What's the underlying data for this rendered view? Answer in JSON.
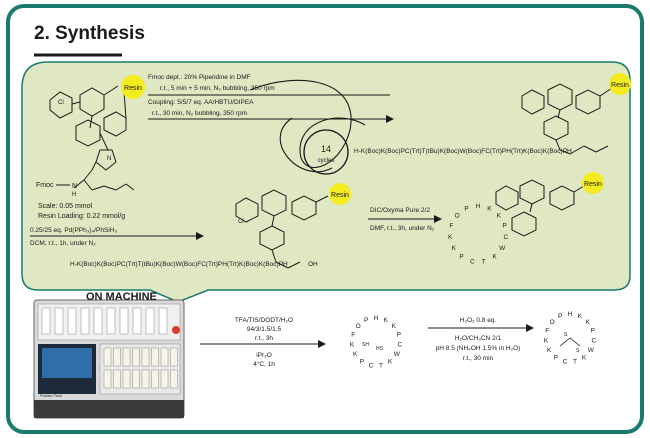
{
  "title": "2. Synthesis",
  "colors": {
    "frame": "#1a7a6e",
    "panel": "#dfe8c3",
    "resin": "#f4ec1e",
    "arrow": "#1a1a1a"
  },
  "resin_label": "Resin",
  "start": {
    "fmoc_label": "Fmoc",
    "nh_label": "N",
    "h_label": "H",
    "cl_label": "Cl",
    "n_label": "N",
    "scale": "Scale: 0.05 mmol",
    "loading": "Resin Loading: 0.22 mmol/g"
  },
  "step1": {
    "line1": "Fmoc dept.: 20% Piperidine in DMF",
    "line2": "r.t., 5 min + 5 min, N₂ bubbling, 350 rpm",
    "line3": "Coupling: 5/5/7 eq. AA/HBTU/DIPEA",
    "line4": "r.t., 30 min, N₂ bubbling, 350 rpm",
    "cycles_count": "14",
    "cycles_label": "cycles"
  },
  "product1_sequence": "H-K(Boc)K(Boc)PC(Trt)T(tBu)K(Boc)W(Boc)FC(Trt)PH(Trt)K(Boc)K(Boc)PH",
  "step2": {
    "line1": "0.25/25 eq. Pd(PPh₃)₄/PhSiH₃",
    "line2": "DCM, r.t., 1h, under N₂"
  },
  "product2_sequence": "H-K(Boc)K(Boc)PC(Trt)T(tBu)K(Boc)W(Boc)FC(Trt)PH(Trt)K(Boc)K(Boc)PH",
  "product2_oh": "OH",
  "step3": {
    "line1": "DIC/Oxyma Pure 2/2",
    "line2": "DMF, r.t., 3h, under N₂"
  },
  "machine_label": "ON MACHINE",
  "machine_brand": "Protein Tech",
  "step4": {
    "line1": "TFA/TIS/DODT/H₂O",
    "line2": "94/3/1.5/1.5",
    "line3": "r.t., 3h",
    "line4": "iPr₂O",
    "line5": "4°C, 1h"
  },
  "step5": {
    "line1": "H₂O₂ 0.8 eq.",
    "line2": "H₂O/CH₃CN 2/1",
    "line3": "pH 8.5 (NH₄OH 1.5% in H₂O)",
    "line4": "r.t., 30 min"
  },
  "cyclic_bottom": {
    "letters": [
      "H",
      "K",
      "K",
      "P",
      "C",
      "W",
      "K",
      "T",
      "C",
      "P",
      "K",
      "K",
      "F",
      "O",
      "P"
    ],
    "sh": "SH",
    "hs": "HS",
    "s": "S"
  }
}
